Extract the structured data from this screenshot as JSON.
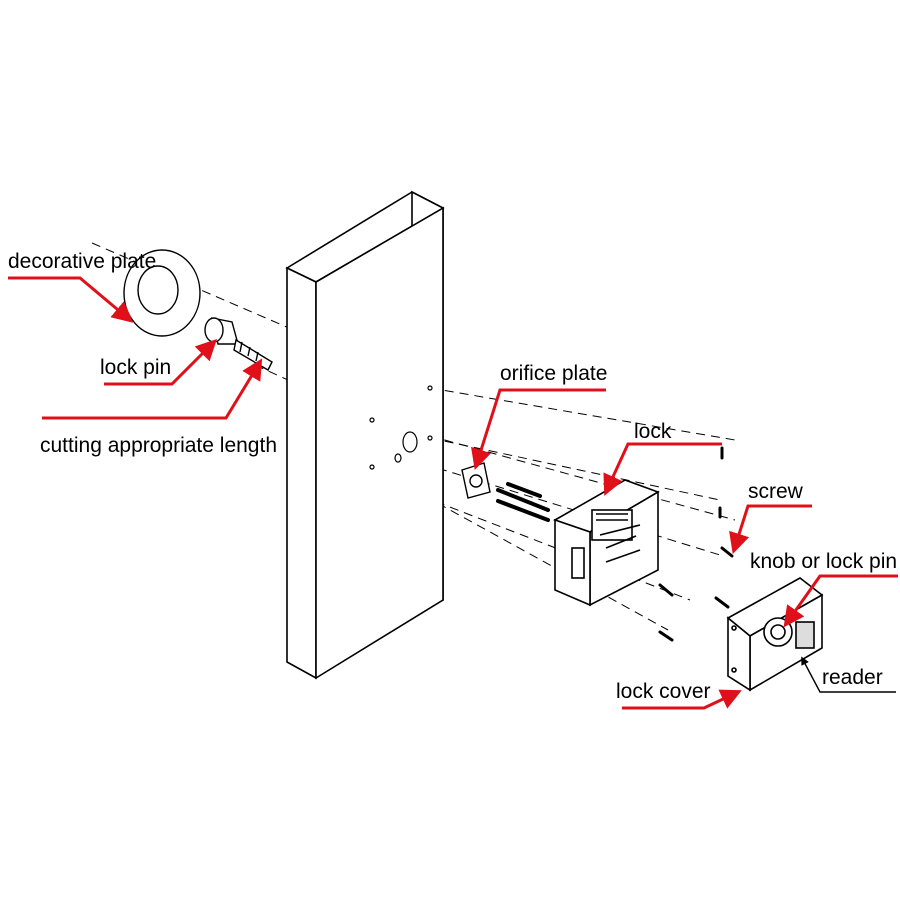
{
  "labels": {
    "decorative_plate": "decorative plate",
    "lock_pin": "lock pin",
    "cutting_length": "cutting appropriate length",
    "orifice_plate": "orifice plate",
    "lock": "lock",
    "screw": "screw",
    "knob": "knob or lock pin",
    "reader": "reader",
    "lock_cover": "lock cover"
  },
  "colors": {
    "callout_arrow": "#e0101a",
    "line_art": "#000000",
    "background": "#ffffff"
  }
}
